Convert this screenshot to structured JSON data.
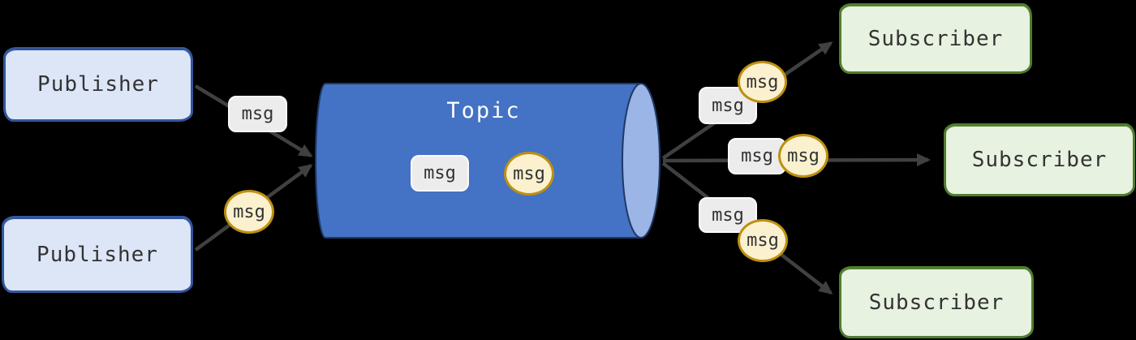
{
  "colors": {
    "background": "#000000",
    "publisher_fill": "#DCE6F7",
    "publisher_border": "#34569E",
    "subscriber_fill": "#E8F2E0",
    "subscriber_border": "#4F7D2F",
    "topic_body_fill": "#4472C4",
    "topic_face_fill": "#9AB5E6",
    "topic_outline": "#1F3864",
    "msg_rect_fill": "#ECECEC",
    "msg_ellipse_fill": "#FBF1CF",
    "msg_ellipse_border": "#BE9010",
    "arrow": "#404040",
    "node_text": "#333333",
    "topic_text": "#FFFFFF"
  },
  "nodes": {
    "publishers": [
      {
        "label": "Publisher"
      },
      {
        "label": "Publisher"
      }
    ],
    "topic": {
      "label": "Topic",
      "internal_messages": [
        {
          "label": "msg",
          "shape": "rect"
        },
        {
          "label": "msg",
          "shape": "ellipse"
        }
      ]
    },
    "subscribers": [
      {
        "label": "Subscriber"
      },
      {
        "label": "Subscriber"
      },
      {
        "label": "Subscriber"
      }
    ]
  },
  "edges": {
    "publisher1_to_topic": {
      "labels": [
        {
          "label": "msg",
          "shape": "rect"
        }
      ]
    },
    "publisher2_to_topic": {
      "labels": [
        {
          "label": "msg",
          "shape": "ellipse"
        }
      ]
    },
    "topic_to_subscriber1": {
      "labels": [
        {
          "label": "msg",
          "shape": "rect"
        },
        {
          "label": "msg",
          "shape": "ellipse"
        }
      ]
    },
    "topic_to_subscriber2": {
      "labels": [
        {
          "label": "msg",
          "shape": "rect"
        },
        {
          "label": "msg",
          "shape": "ellipse"
        }
      ]
    },
    "topic_to_subscriber3": {
      "labels": [
        {
          "label": "msg",
          "shape": "rect"
        },
        {
          "label": "msg",
          "shape": "ellipse"
        }
      ]
    }
  }
}
